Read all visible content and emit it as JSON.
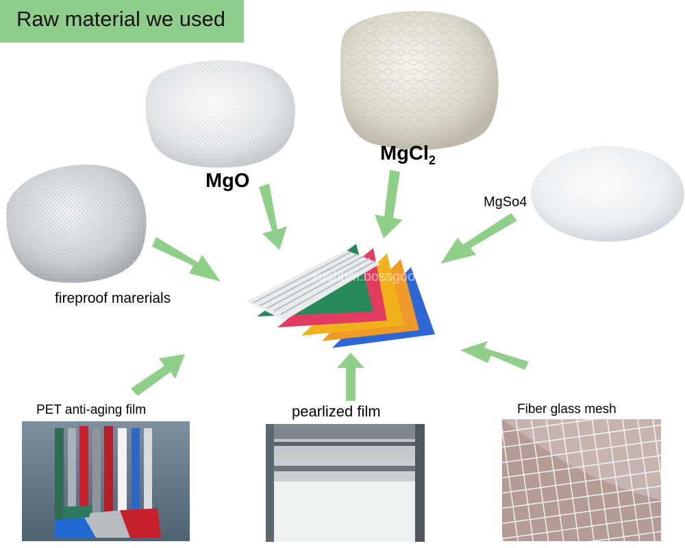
{
  "title": "Raw material we used",
  "materials": {
    "mgo": "MgO",
    "mgcl2_base": "MgCl",
    "mgcl2_sub": "2",
    "mgso4": "MgSo4",
    "fireproof": "fireproof marerials",
    "pet": "PET anti-aging film",
    "pearlized": "pearlized film",
    "fiberglass": "Fiber glass mesh"
  },
  "watermark": "xushbm.bossgoo",
  "colors": {
    "banner": "#8fcd8b",
    "arrow": "#8fcf8a"
  },
  "icons": [
    "mgo-powder-image",
    "mgcl2-flakes-image",
    "mgso4-crystals-image",
    "fireproof-granules-image",
    "roofing-sheets-image",
    "pet-film-rolls-image",
    "pearlized-film-rolls-image",
    "fiberglass-mesh-image"
  ]
}
